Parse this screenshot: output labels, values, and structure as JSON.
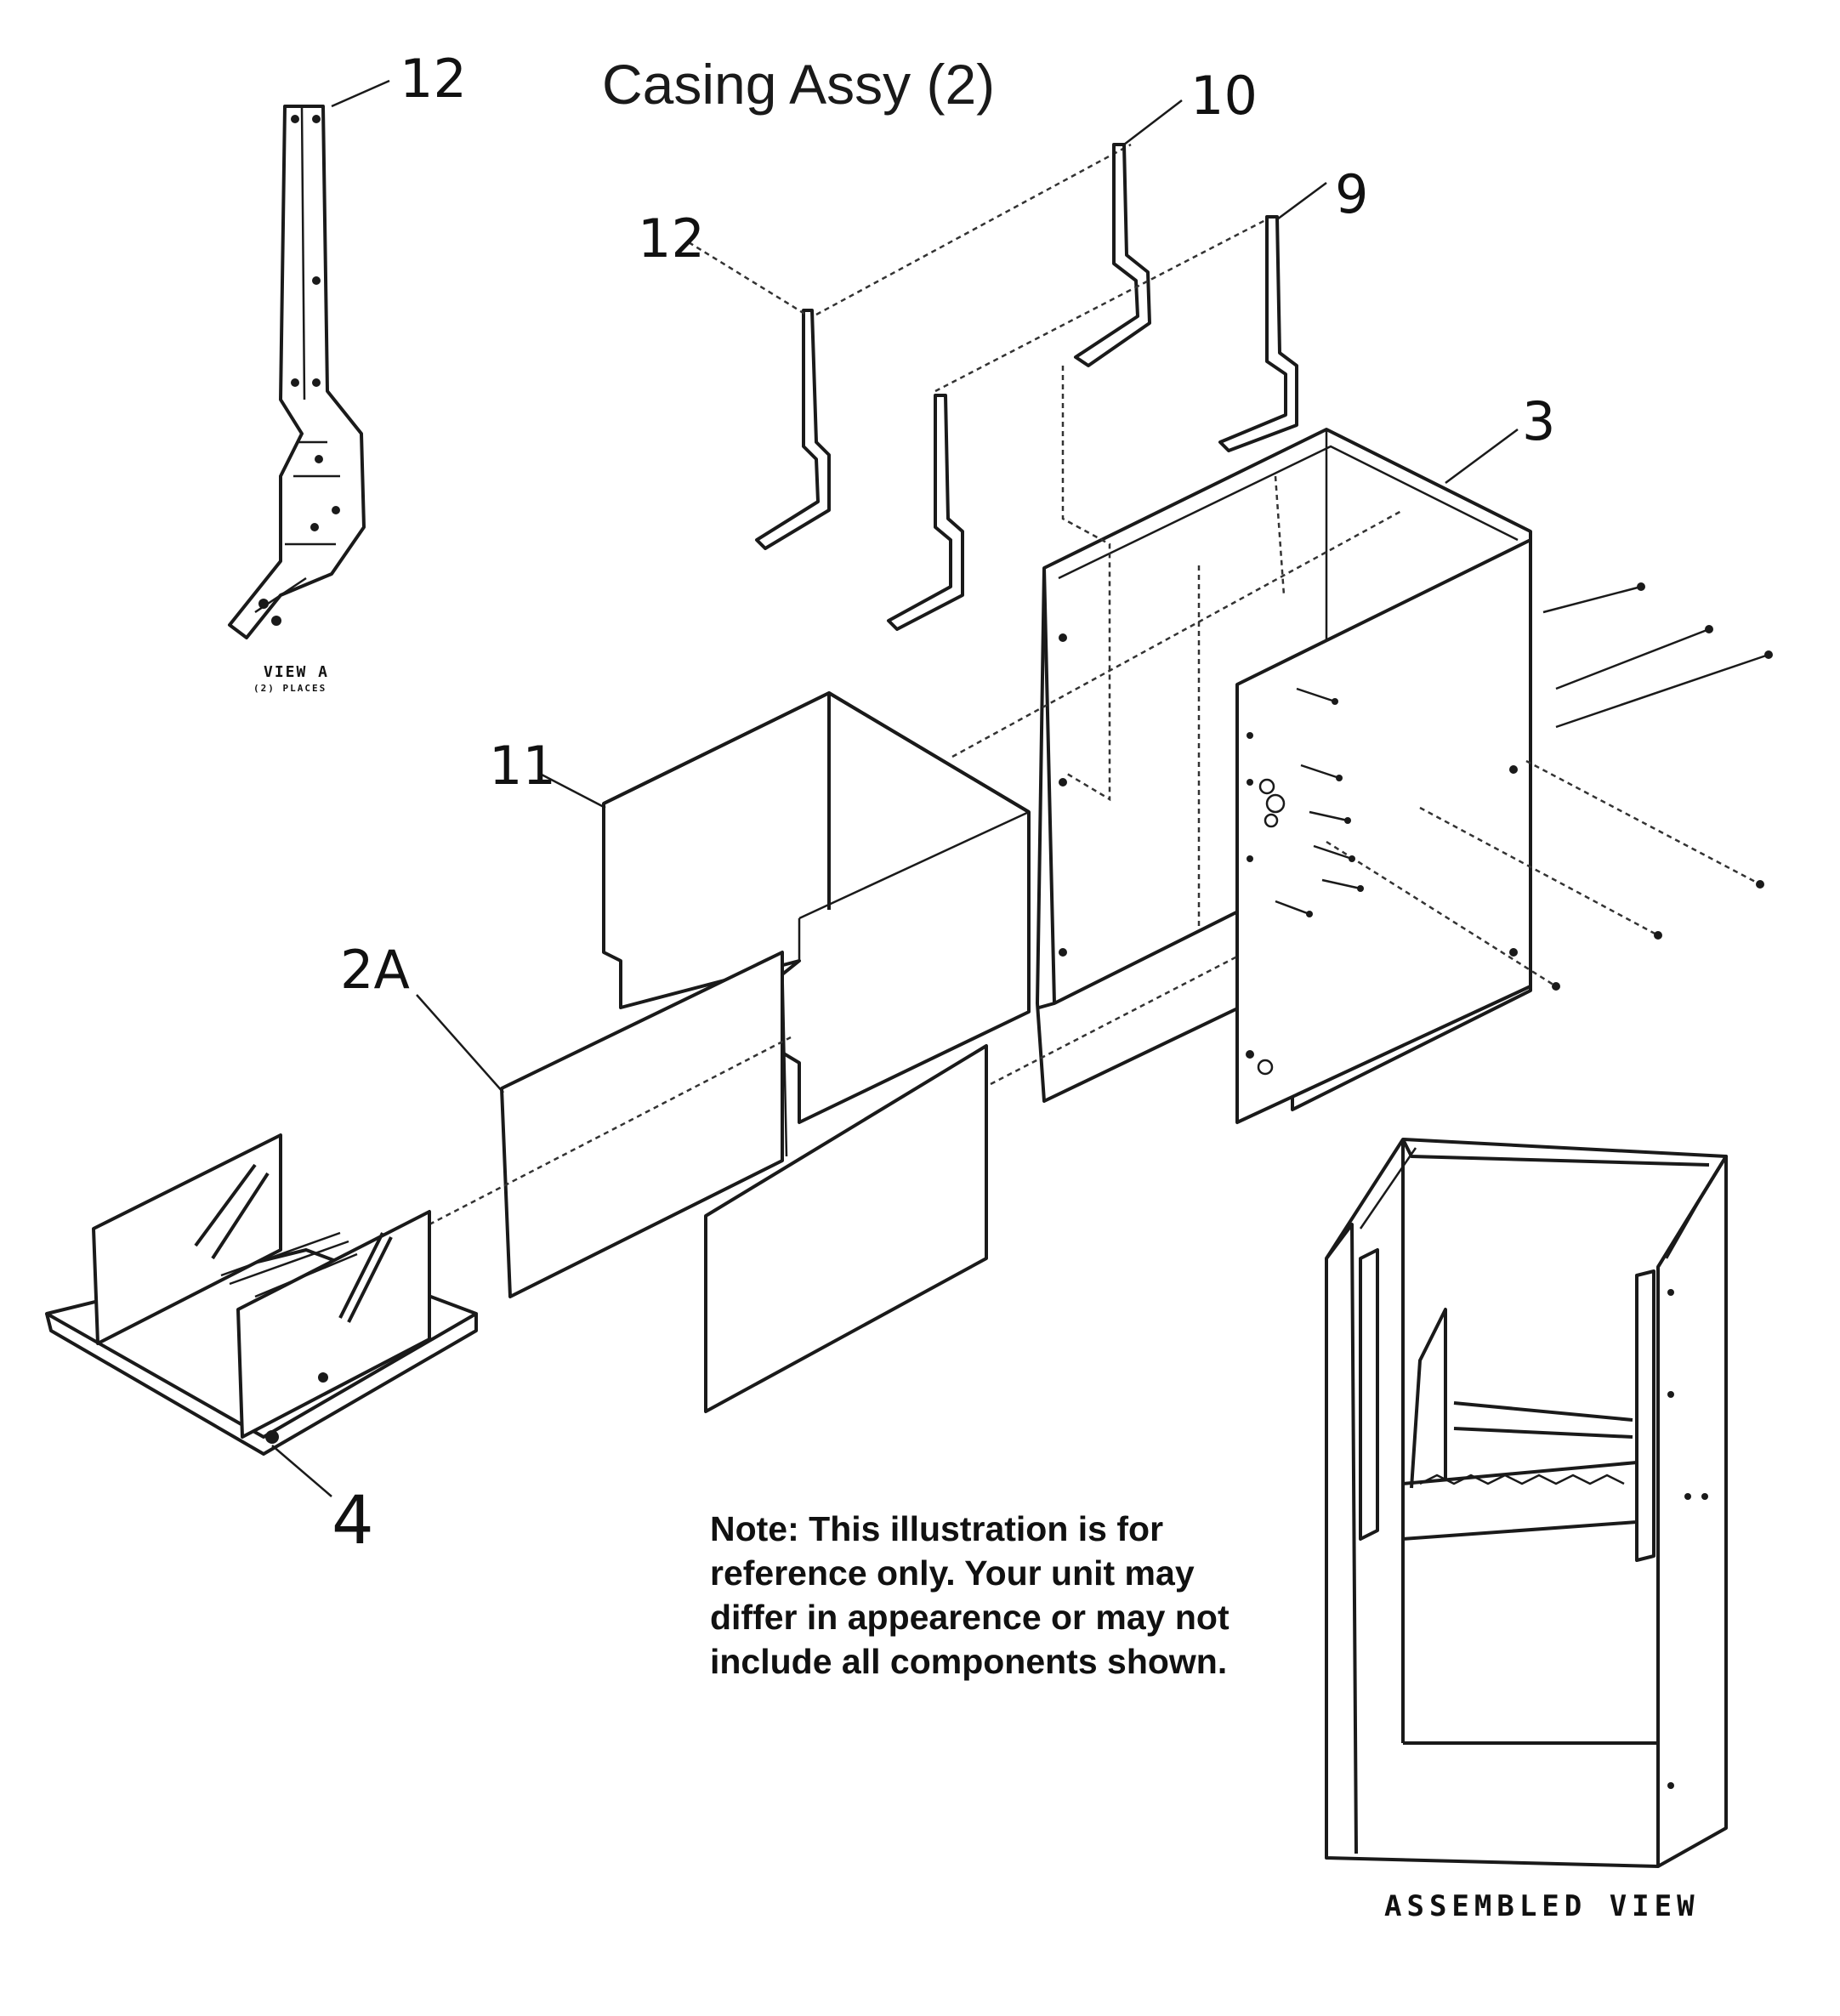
{
  "title": "Casing Assy (2)",
  "callouts": {
    "c12a": "12",
    "c10": "10",
    "c12b": "12",
    "c9": "9",
    "c3": "3",
    "c11": "11",
    "c2a": "2A",
    "c4": "4"
  },
  "view_a": {
    "label": "VIEW A",
    "sub": "(2) PLACES"
  },
  "assembled_label": "ASSEMBLED VIEW",
  "note": "Note: This illustration is for reference only. Your unit may differ in appearence or may not include all components shown."
}
